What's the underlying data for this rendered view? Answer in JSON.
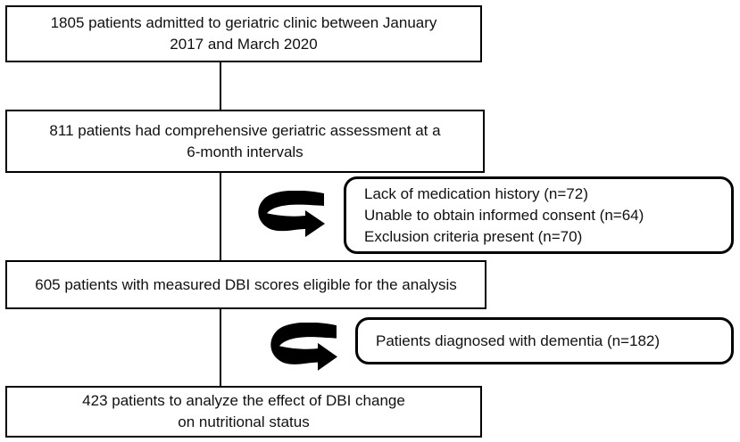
{
  "flow": {
    "steps": [
      {
        "id": "admitted",
        "lines": [
          "1805 patients admitted to geriatric clinic between January",
          "2017 and March 2020"
        ]
      },
      {
        "id": "assessment",
        "lines": [
          "811 patients had comprehensive geriatric assessment at a",
          "6-month intervals"
        ]
      },
      {
        "id": "eligible",
        "lines": [
          "605 patients with measured DBI scores eligible for the analysis"
        ]
      },
      {
        "id": "analyzed",
        "lines": [
          "423 patients to analyze the effect of DBI change",
          "on nutritional status"
        ]
      }
    ],
    "exclusions": [
      {
        "id": "exclusion-1",
        "lines": [
          "Lack of medication history (n=72)",
          "Unable to obtain informed consent (n=64)",
          "Exclusion criteria present (n=70)"
        ]
      },
      {
        "id": "exclusion-2",
        "lines": [
          "Patients diagnosed with dementia (n=182)"
        ]
      }
    ],
    "colors": {
      "border": "#000000",
      "arrow": "#000000",
      "text": "#111111",
      "background": "#ffffff"
    }
  }
}
